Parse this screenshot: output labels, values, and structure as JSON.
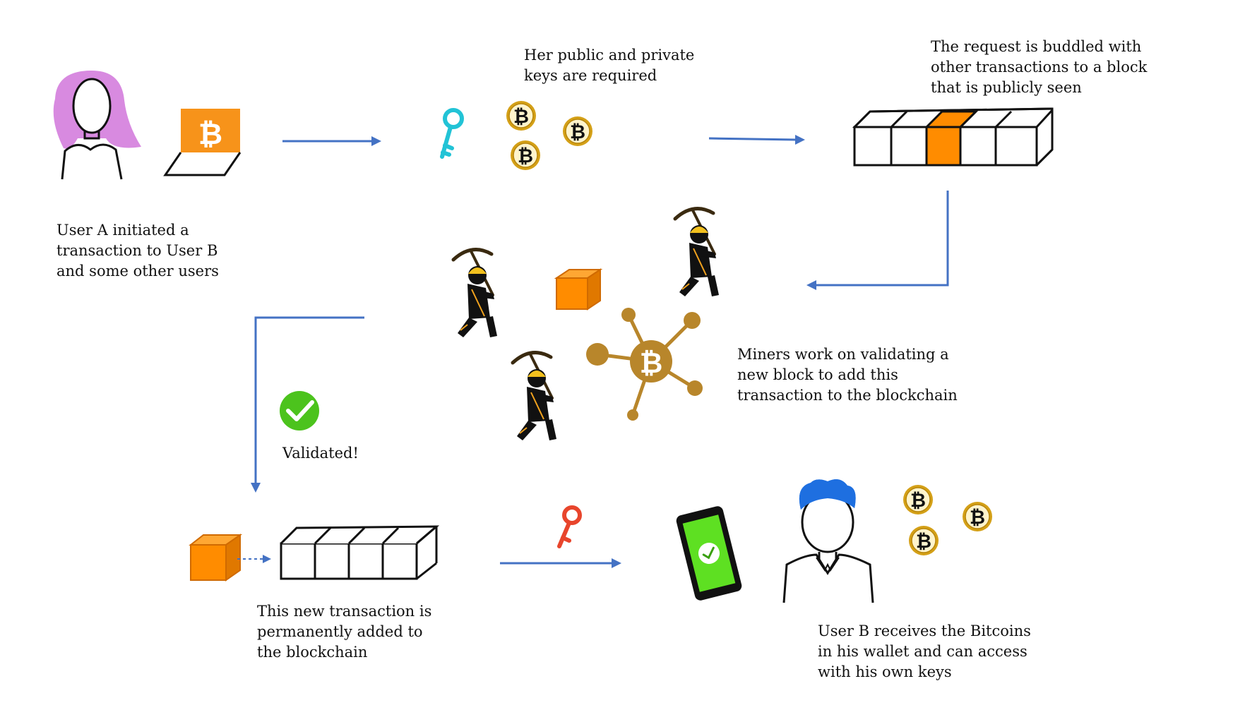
{
  "captions": {
    "user_a": "User A initiated a\ntransaction to User B\nand some other users",
    "keys_required": "Her public and private\nkeys are required",
    "bundled": "The request is buddled with\nother transactions to a block\nthat is publicly seen",
    "miners": "Miners work on validating a\nnew block to add this\ntransaction to the blockchain",
    "validated": "Validated!",
    "added": "This new transaction is\npermanently added to\nthe blockchain",
    "user_b": "User B receives the Bitcoins\nin his wallet and can access\nwith his own keys"
  },
  "bitcoin_symbol": "₿",
  "colors": {
    "arrow": "#4472c4",
    "user_a_hair": "#d88ae0",
    "user_b_hair": "#1e6fe0",
    "bitcoin_orange": "#f7931a",
    "block_orange": "#ff8c00",
    "public_key": "#22c3d6",
    "private_key": "#e8452c",
    "network": "#b8862b",
    "coin_gold": "#d4a017",
    "validated_green": "#4cc31d",
    "phone_green": "#5ee022",
    "miner_helmet": "#f2c01e"
  },
  "icons": [
    "user-a-icon",
    "laptop-bitcoin-icon",
    "public-key-icon",
    "bitcoin-coin-icon",
    "blockchain-icon",
    "miner-icon",
    "orange-block-icon",
    "bitcoin-network-icon",
    "checkmark-icon",
    "private-key-icon",
    "phone-wallet-icon",
    "user-b-icon"
  ]
}
